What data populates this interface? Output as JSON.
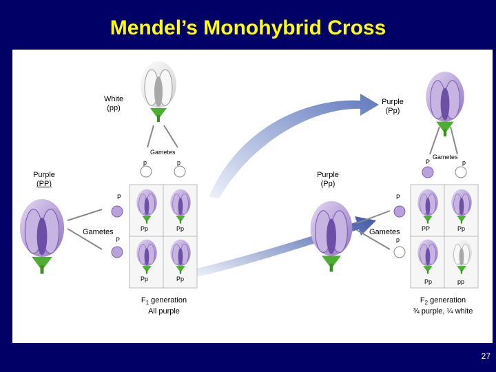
{
  "title": "Mendel’s Monohybrid Cross",
  "page_number": "27",
  "colors": {
    "background": "#000066",
    "title": "#ffff00",
    "panel": "#ffffff",
    "purple_petal": "#b9a1d9",
    "white_petal": "#f2f2f2",
    "sepal": "#4caf2f",
    "arrow": "#6f86c4"
  },
  "left": {
    "white_parent_line1": "White",
    "white_parent_line2": "(pp)",
    "gametes_top_label": "Gametes",
    "gamete_top_1": "p",
    "gamete_top_2": "p",
    "purple_parent_line1": "Purple",
    "purple_parent_line2": "(PP)",
    "gametes_side_label": "Gametes",
    "gamete_side_1": "P",
    "gamete_side_2": "P",
    "cells": [
      "Pp",
      "Pp",
      "Pp",
      "Pp"
    ],
    "generation_line1": "F",
    "generation_sub": "1",
    "generation_line1_rest": " generation",
    "generation_line2": "All purple"
  },
  "right": {
    "top_parent_line1": "Purple",
    "top_parent_line2": "(Pp)",
    "gametes_top_label": "Gametes",
    "gamete_top_1": "P",
    "gamete_top_2": "p",
    "side_parent_line1": "Purple",
    "side_parent_line2": "(Pp)",
    "gametes_side_label": "Gametes",
    "gamete_side_1": "P",
    "gamete_side_2": "p",
    "cells": [
      "PP",
      "Pp",
      "Pp",
      "pp"
    ],
    "generation_line1": "F",
    "generation_sub": "2",
    "generation_line1_rest": " generation",
    "generation_line2": "¾ purple, ¼ white"
  }
}
